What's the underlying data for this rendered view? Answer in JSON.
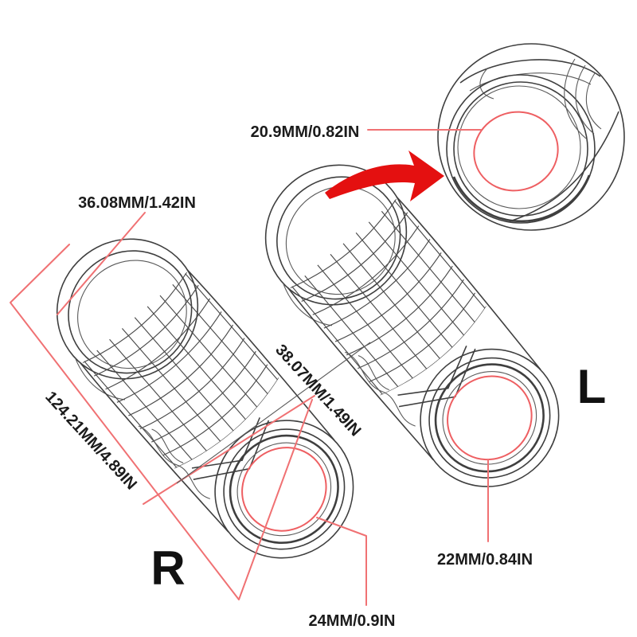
{
  "colors": {
    "outline": "#3f3f3f",
    "leader_red": "#f07173",
    "highlight_red": "#ee5f62",
    "arrow_red": "#e41010",
    "text": "#1b1b1b",
    "background": "#ffffff"
  },
  "labels": {
    "flange_od": "36.08MM/1.42IN",
    "bar_bore_id": "20.9MM/0.82IN",
    "overall_length": "124.21MM/4.89IN",
    "end_od": "38.07MM/1.49IN",
    "r_end_id": "24MM/0.9IN",
    "l_end_id": "22MM/0.84IN",
    "marker_r": "R",
    "marker_l": "L"
  }
}
